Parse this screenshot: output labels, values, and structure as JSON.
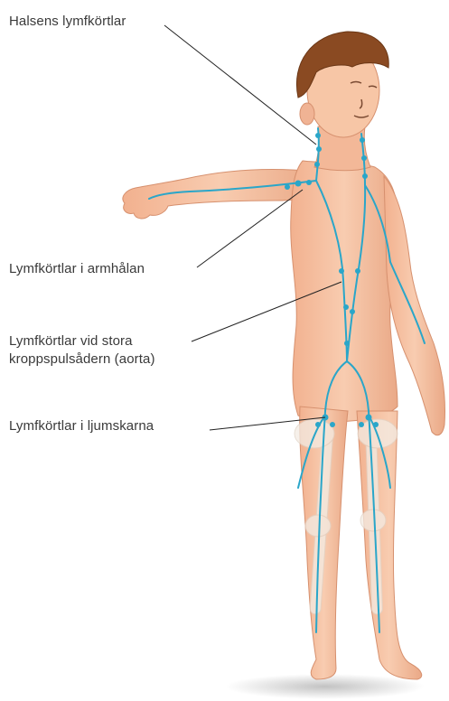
{
  "labels": {
    "neck": "Halsens lymfkörtlar",
    "armpit": "Lymfkörtlar i armhålan",
    "aorta_line1": "Lymfkörtlar vid stora",
    "aorta_line2": "kroppspulsådern (aorta)",
    "groin": "Lymfkörtlar i ljumskarna"
  },
  "colors": {
    "skin": "#f6c3a2",
    "skin_shade": "#e9a483",
    "hair": "#8a4a22",
    "lymph": "#2aa6c9",
    "bone": "#f3ece4",
    "leader_line": "#222222"
  }
}
